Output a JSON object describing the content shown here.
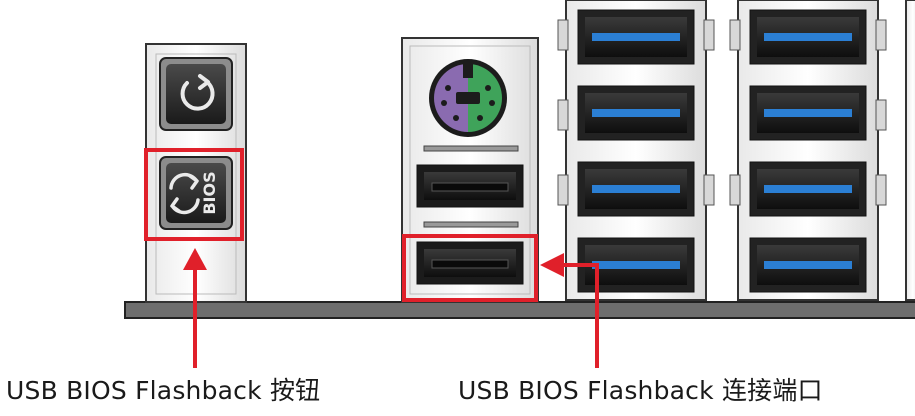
{
  "labels": {
    "flashback_button": "USB BIOS Flashback 按钮",
    "flashback_port": "USB BIOS Flashback 连接端口"
  },
  "button_icon_text": "BIOS",
  "usb_stack_left_ports": 4,
  "usb_stack_right_ports": 4,
  "colors": {
    "highlight": "#e0202a",
    "usb3_tongue": "#2b7fd4",
    "ps2_purple": "#8a6bb0",
    "ps2_green": "#3fa35a",
    "board": "#6e6e6e"
  }
}
